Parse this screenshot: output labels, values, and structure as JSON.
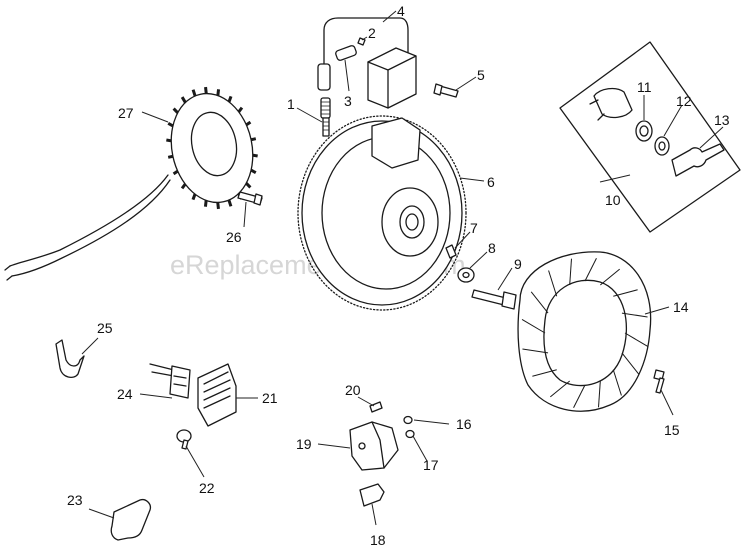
{
  "watermark": "eReplacementParts.com",
  "callouts": {
    "c1": "1",
    "c2": "2",
    "c3": "3",
    "c4": "4",
    "c5": "5",
    "c6": "6",
    "c7": "7",
    "c8": "8",
    "c9": "9",
    "c10": "10",
    "c11": "11",
    "c12": "12",
    "c13": "13",
    "c14": "14",
    "c15": "15",
    "c16": "16",
    "c17": "17",
    "c18": "18",
    "c19": "19",
    "c20": "20",
    "c21": "21",
    "c22": "22",
    "c23": "23",
    "c24": "24",
    "c25": "25",
    "c26": "26",
    "c27": "27"
  }
}
